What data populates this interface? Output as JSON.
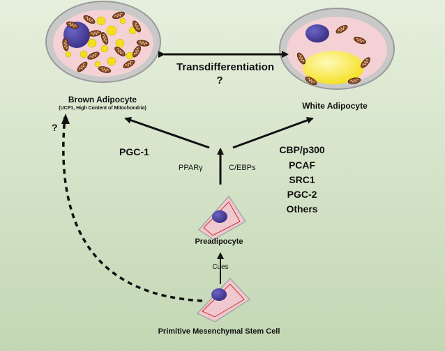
{
  "diagram": {
    "colors": {
      "background_top": "#e6efdd",
      "background_bottom": "#c3d7b4",
      "cell_membrane": "#c9c9c9",
      "cytoplasm_pink": "#f3d1d4",
      "nucleus": "#3a2f86",
      "lipid_yellow": "#f4df1c",
      "mitochondria": "#8a4a22",
      "arrow": "#111111"
    },
    "brown_cell": {
      "title": "Brown Adipocyte",
      "note": "(UCP1, High Content of Mitochondria)"
    },
    "white_cell": {
      "title": "White Adipocyte"
    },
    "transdifferentiation": {
      "label": "Transdifferentiation",
      "question": "?"
    },
    "left_question": "?",
    "pgc1": "PGC-1",
    "ppar": "PPARγ",
    "cebp": "C/EBPs",
    "coactivators": [
      "CBP/p300",
      "PCAF",
      "SRC1",
      "PGC-2",
      "Others"
    ],
    "preadipocyte": "Preadipocyte",
    "cues": "Cues",
    "stem_cell": "Primitive Mesenchymal Stem Cell"
  }
}
